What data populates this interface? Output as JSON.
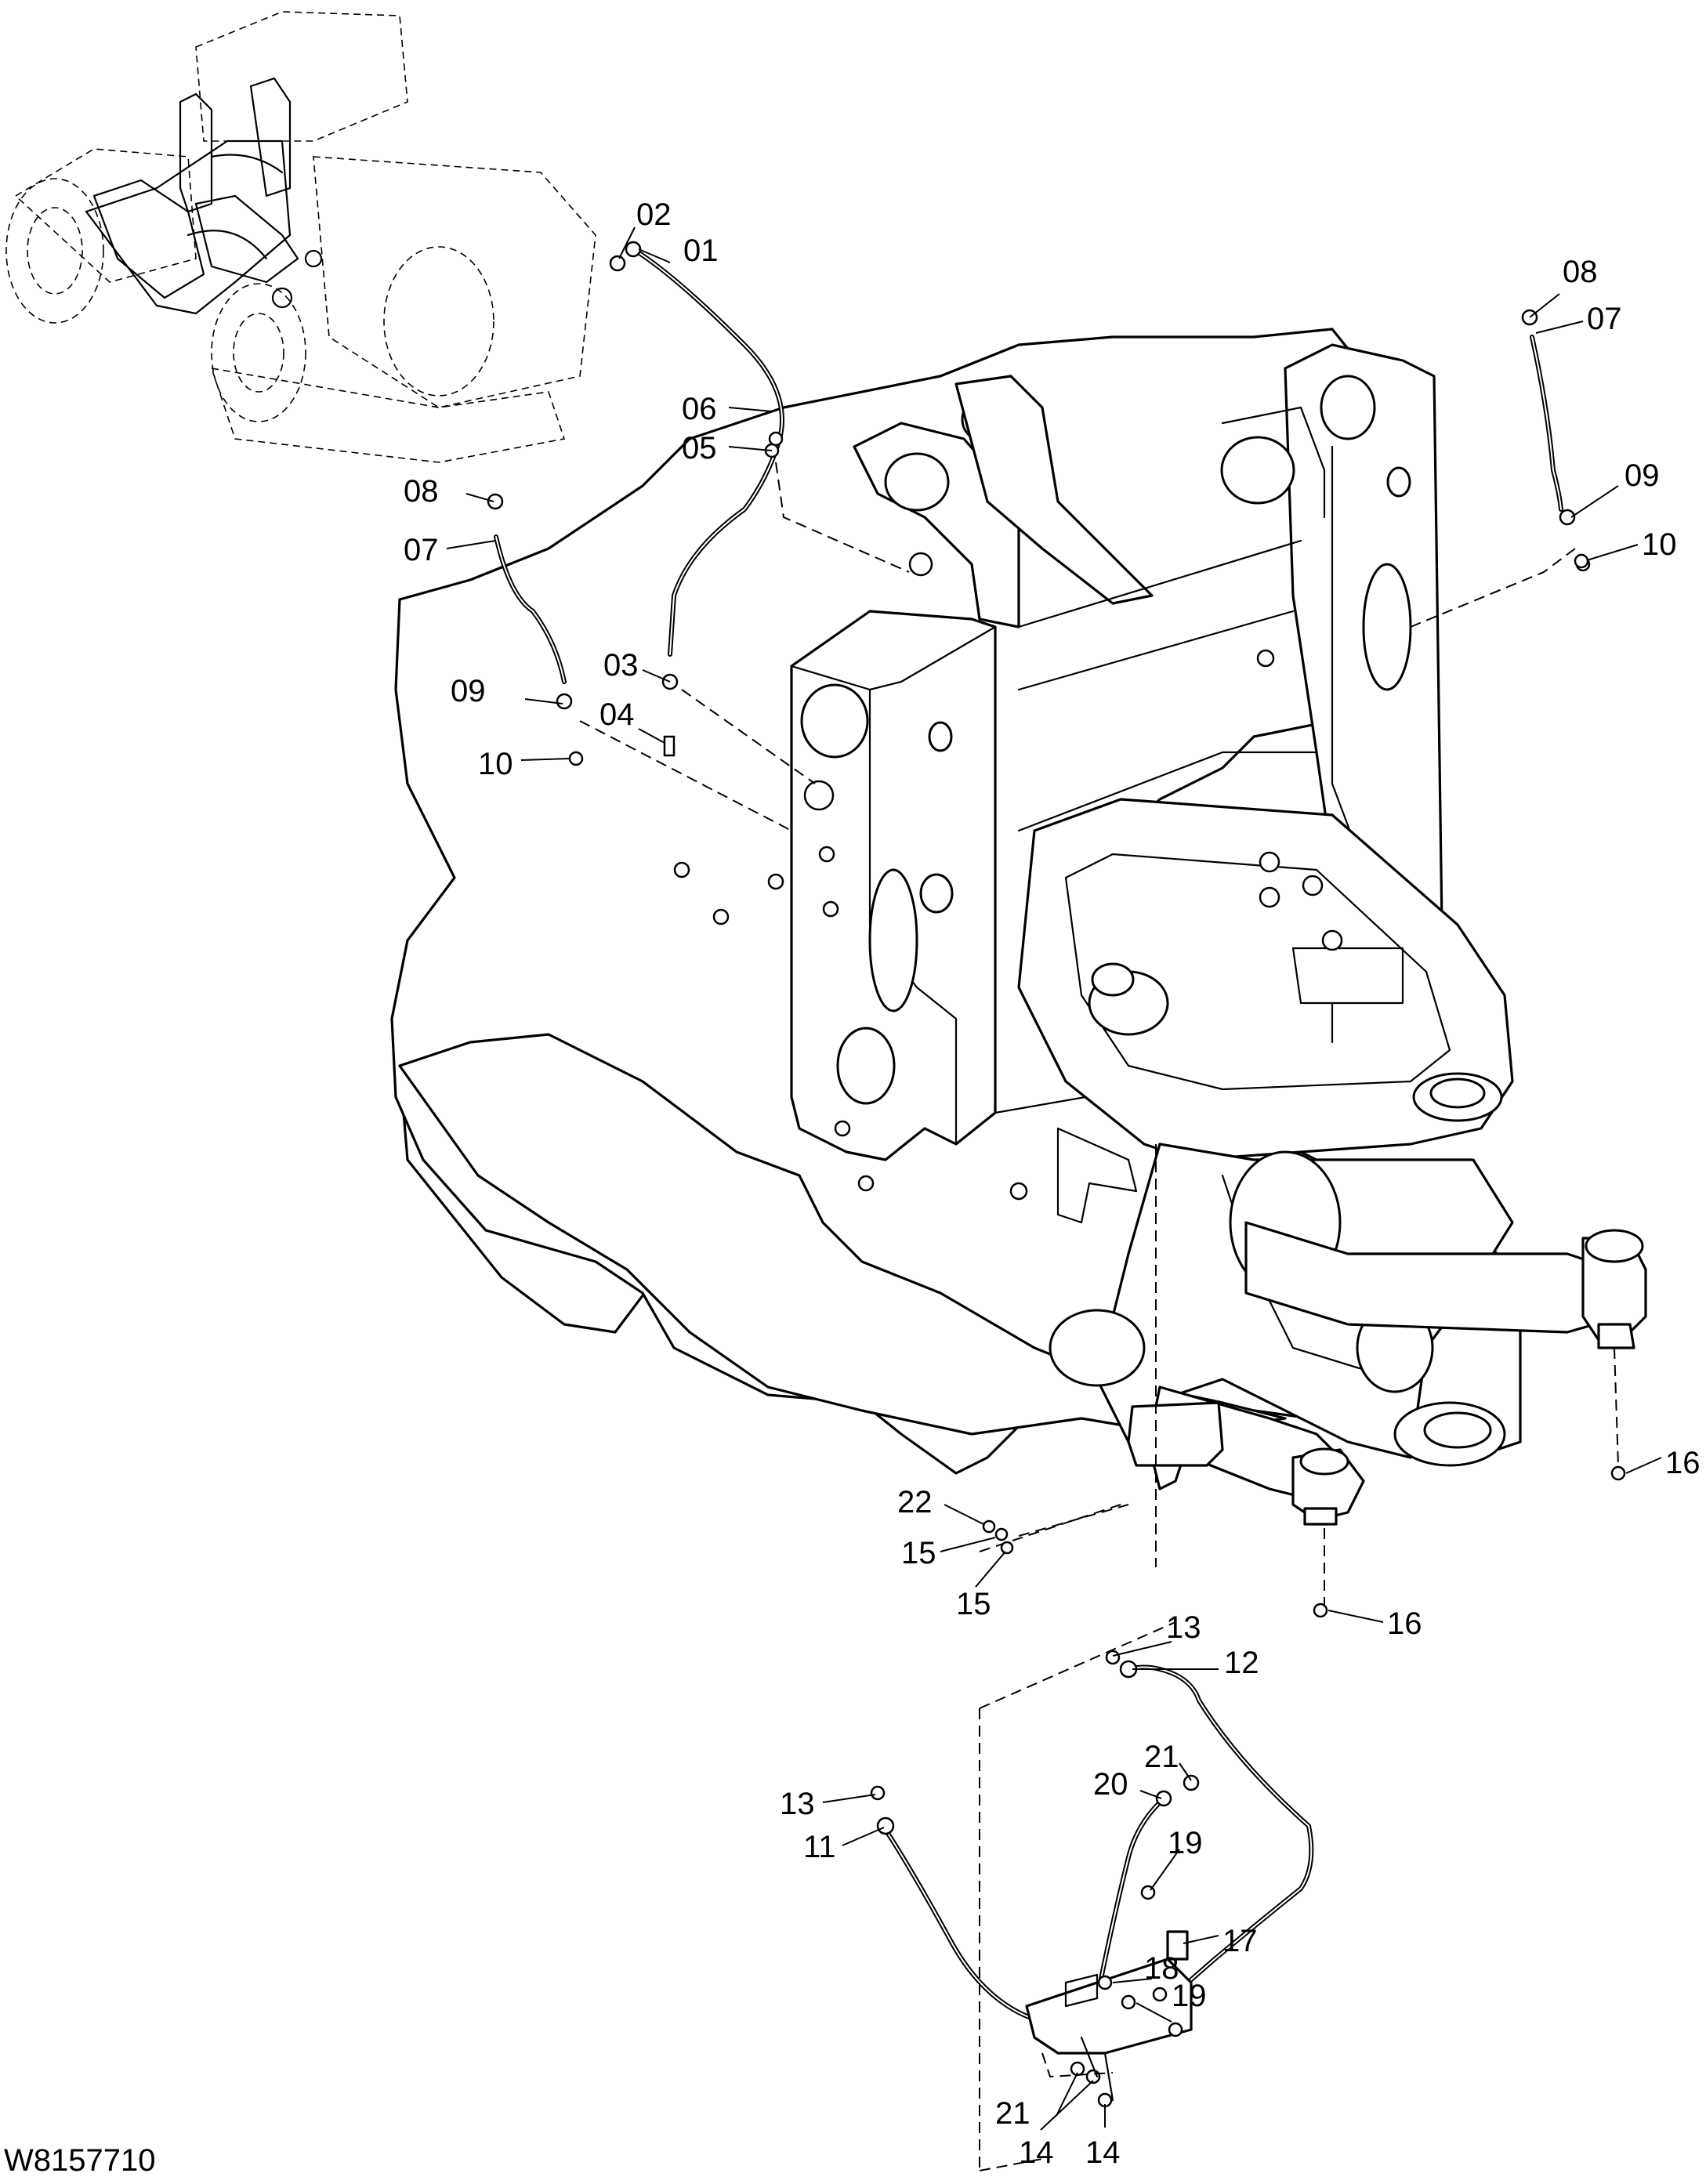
{
  "drawing_code": "W8157710",
  "callouts": [
    {
      "id": "c02",
      "text": "02"
    },
    {
      "id": "c01",
      "text": "01"
    },
    {
      "id": "c06",
      "text": "06"
    },
    {
      "id": "c05",
      "text": "05"
    },
    {
      "id": "c08a",
      "text": "08"
    },
    {
      "id": "c07a",
      "text": "07"
    },
    {
      "id": "c03",
      "text": "03"
    },
    {
      "id": "c09a",
      "text": "09"
    },
    {
      "id": "c04",
      "text": "04"
    },
    {
      "id": "c10a",
      "text": "10"
    },
    {
      "id": "c08b",
      "text": "08"
    },
    {
      "id": "c07b",
      "text": "07"
    },
    {
      "id": "c09b",
      "text": "09"
    },
    {
      "id": "c10b",
      "text": "10"
    },
    {
      "id": "c16a",
      "text": "16"
    },
    {
      "id": "c22",
      "text": "22"
    },
    {
      "id": "c15a",
      "text": "15"
    },
    {
      "id": "c15b",
      "text": "15"
    },
    {
      "id": "c16b",
      "text": "16"
    },
    {
      "id": "c13a",
      "text": "13"
    },
    {
      "id": "c12",
      "text": "12"
    },
    {
      "id": "c21a",
      "text": "21"
    },
    {
      "id": "c20",
      "text": "20"
    },
    {
      "id": "c13b",
      "text": "13"
    },
    {
      "id": "c11",
      "text": "11"
    },
    {
      "id": "c19a",
      "text": "19"
    },
    {
      "id": "c17",
      "text": "17"
    },
    {
      "id": "c18",
      "text": "18"
    },
    {
      "id": "c19b",
      "text": "19"
    },
    {
      "id": "c21b",
      "text": "21"
    },
    {
      "id": "c14a",
      "text": "14"
    },
    {
      "id": "c14b",
      "text": "14"
    }
  ]
}
